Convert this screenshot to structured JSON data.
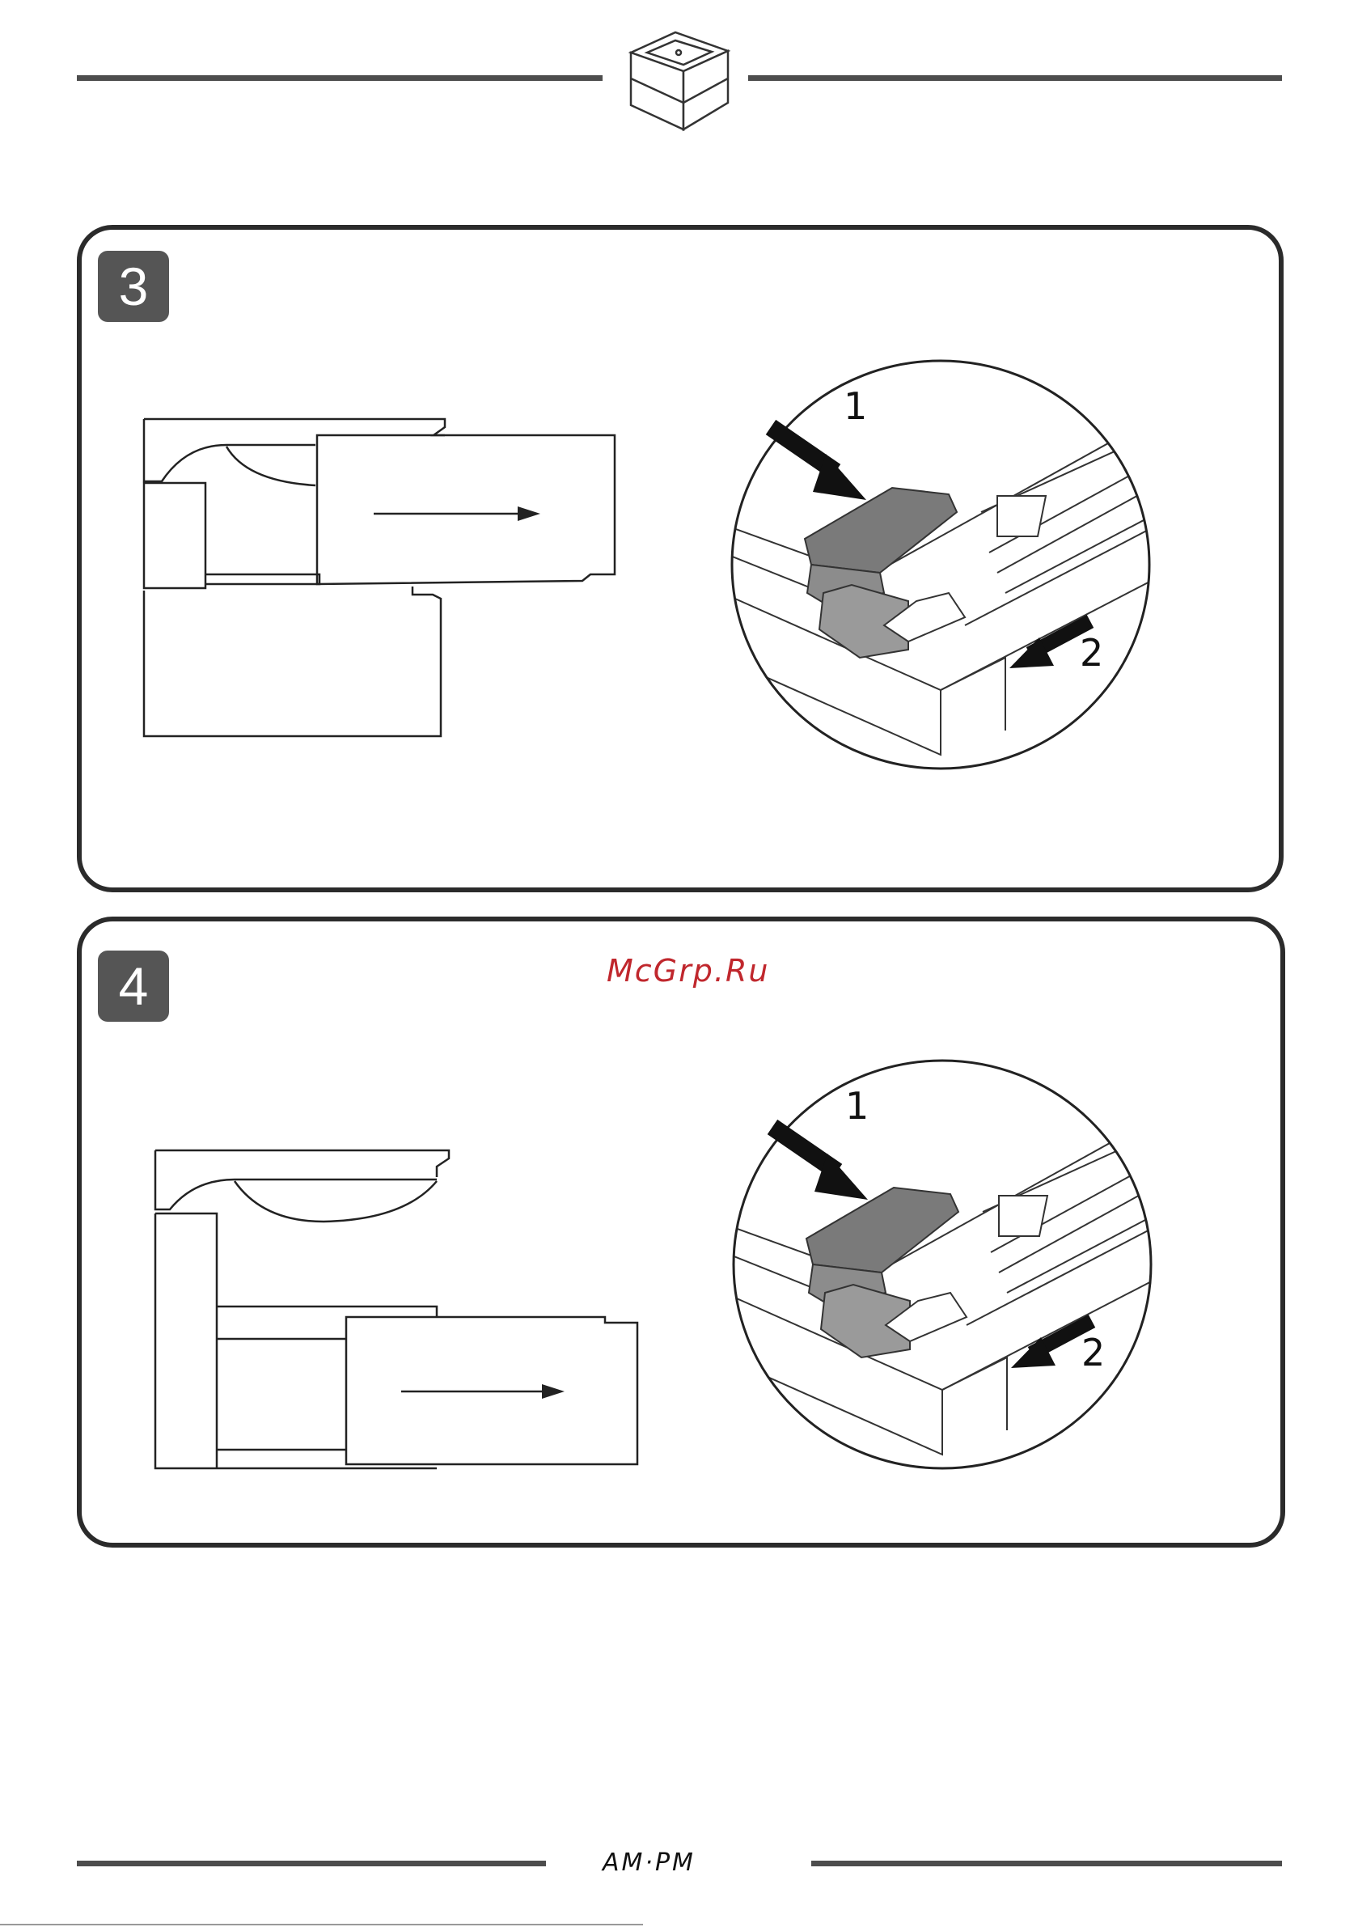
{
  "header": {
    "logo_icon": "cabinet-icon"
  },
  "steps": [
    {
      "number": "3",
      "callouts": {
        "one": "1",
        "two": "2"
      }
    },
    {
      "number": "4",
      "callouts": {
        "one": "1",
        "two": "2"
      }
    }
  ],
  "watermark": "McGrp.Ru",
  "footer": {
    "brand": "AM·PM"
  },
  "colors": {
    "rule": "#4d4d4d",
    "badge": "#555555",
    "watermark": "#c0272d",
    "clip": "#7a7a7a"
  }
}
